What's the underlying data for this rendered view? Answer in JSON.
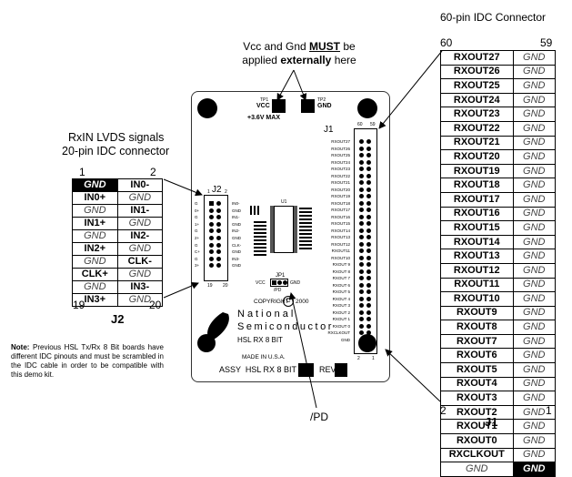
{
  "j1": {
    "title": "60-pin IDC Connector",
    "pin_top_left": "60",
    "pin_top_right": "59",
    "pin_bottom_left": "2",
    "pin_bottom_right": "1",
    "label": "J1",
    "rows": [
      {
        "left": "RXOUT27",
        "right": "GND"
      },
      {
        "left": "RXOUT26",
        "right": "GND"
      },
      {
        "left": "RXOUT25",
        "right": "GND"
      },
      {
        "left": "RXOUT24",
        "right": "GND"
      },
      {
        "left": "RXOUT23",
        "right": "GND"
      },
      {
        "left": "RXOUT22",
        "right": "GND"
      },
      {
        "left": "RXOUT21",
        "right": "GND"
      },
      {
        "left": "RXOUT20",
        "right": "GND"
      },
      {
        "left": "RXOUT19",
        "right": "GND"
      },
      {
        "left": "RXOUT18",
        "right": "GND"
      },
      {
        "left": "RXOUT17",
        "right": "GND"
      },
      {
        "left": "RXOUT16",
        "right": "GND"
      },
      {
        "left": "RXOUT15",
        "right": "GND"
      },
      {
        "left": "RXOUT14",
        "right": "GND"
      },
      {
        "left": "RXOUT13",
        "right": "GND"
      },
      {
        "left": "RXOUT12",
        "right": "GND"
      },
      {
        "left": "RXOUT11",
        "right": "GND"
      },
      {
        "left": "RXOUT10",
        "right": "GND"
      },
      {
        "left": "RXOUT9",
        "right": "GND"
      },
      {
        "left": "RXOUT8",
        "right": "GND"
      },
      {
        "left": "RXOUT7",
        "right": "GND"
      },
      {
        "left": "RXOUT6",
        "right": "GND"
      },
      {
        "left": "RXOUT5",
        "right": "GND"
      },
      {
        "left": "RXOUT4",
        "right": "GND"
      },
      {
        "left": "RXOUT3",
        "right": "GND"
      },
      {
        "left": "RXOUT2",
        "right": "GND"
      },
      {
        "left": "RXOUT1",
        "right": "GND"
      },
      {
        "left": "RXOUT0",
        "right": "GND"
      },
      {
        "left": "RXCLKOUT",
        "right": "GND"
      },
      {
        "left": "GND",
        "right": "GND",
        "right_highlight": true
      }
    ]
  },
  "j2": {
    "title_line1": "RxIN LVDS signals",
    "title_line2": "20-pin IDC connector",
    "pin_top_left": "1",
    "pin_top_right": "2",
    "pin_bottom_left": "19",
    "pin_bottom_right": "20",
    "label": "J2",
    "rows": [
      {
        "left": "GND",
        "right": "IN0-",
        "left_highlight": true
      },
      {
        "left": "IN0+",
        "right": "GND"
      },
      {
        "left": "GND",
        "right": "IN1-"
      },
      {
        "left": "IN1+",
        "right": "GND"
      },
      {
        "left": "GND",
        "right": "IN2-"
      },
      {
        "left": "IN2+",
        "right": "GND"
      },
      {
        "left": "GND",
        "right": "CLK-"
      },
      {
        "left": "CLK+",
        "right": "GND"
      },
      {
        "left": "GND",
        "right": "IN3-"
      },
      {
        "left": "IN3+",
        "right": "GND"
      }
    ]
  },
  "power_note": {
    "line1_pre": "Vcc and Gnd ",
    "line1_bold": "MUST",
    "line1_post": " be",
    "line2_pre": "applied ",
    "line2_bold": "externally",
    "line2_post": " here"
  },
  "note": {
    "bold": "Note:",
    "text": " Previous HSL Tx/Rx 8 Bit boards have different IDC pinouts and must be scrambled in the IDC cable in order to be compatible with this demo kit."
  },
  "pd_label": "/PD",
  "board": {
    "tp1": "TP1",
    "tp2": "TP2",
    "vcc": "VCC",
    "gnd": "GND",
    "vmax": "+3.6V MAX",
    "j1_label": "J1",
    "j1_pin60": "60",
    "j1_pin59": "59",
    "j1_pin2": "2",
    "j1_pin1": "1",
    "j2_label": "J2",
    "j2_pin1": "1",
    "j2_pin2": "2",
    "j2_pin19": "19",
    "j2_pin20": "20",
    "jp1_label": "JP1",
    "jp1_vcc": "VCC",
    "jp1_gnd": "GND",
    "jp1_pd": "/PD",
    "u1_label": "U1",
    "copyright": "COPYRIGHT",
    "copyright_symbol": "C",
    "year": "2000",
    "brand_line1": "National",
    "brand_line2": "Semiconductor",
    "product": "HSL RX 8 BIT",
    "made_in": "MADE IN U.S.A.",
    "assy": "ASSY  HSL RX 8 BIT",
    "rev": "REV",
    "j1_silk": [
      "RXOUT27",
      "RXOUT26",
      "RXOUT25",
      "RXOUT24",
      "RXOUT23",
      "RXOUT22",
      "RXOUT21",
      "RXOUT20",
      "RXOUT19",
      "RXOUT18",
      "RXOUT17",
      "RXOUT16",
      "RXOUT15",
      "RXOUT14",
      "RXOUT13",
      "RXOUT12",
      "RXOUT11",
      "RXOUT10",
      "RXOUT 9",
      "RXOUT 8",
      "RXOUT 7",
      "RXOUT 6",
      "RXOUT 5",
      "RXOUT 4",
      "RXOUT 3",
      "RXOUT 2",
      "RXOUT 1",
      "RXOUT 0",
      "RXCLKOUT",
      "GND"
    ],
    "j2_silk_left": [
      "G",
      "0+",
      "G",
      "1+",
      "G",
      "2+",
      "G",
      "C+",
      "G",
      "3+"
    ],
    "j2_silk_right": [
      "IN0-",
      "GND",
      "IN1-",
      "GND",
      "IN2-",
      "GND",
      "CLK-",
      "GND",
      "IN3-",
      "GND"
    ]
  }
}
